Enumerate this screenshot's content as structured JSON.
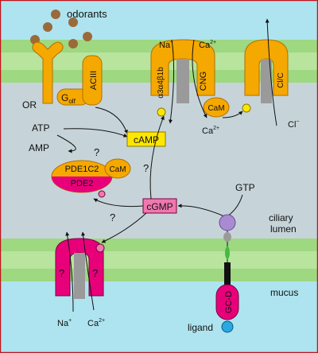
{
  "labels": {
    "odorants": "odorants",
    "or": "OR",
    "golf_main": "G",
    "golf_sub": "olf",
    "aciii": "ACIII",
    "na_top": "Na",
    "na_top_sup": "+",
    "ca_top": "Ca",
    "ca_top_sup": "2+",
    "alpha_subunits": "α3α4β1b",
    "cng": "CNG",
    "cam_cng": "CaM",
    "clc": "Cl/C",
    "ca_mid": "Ca",
    "ca_mid_sup": "2+",
    "cl": "Cl",
    "cl_sup": "−",
    "atp": "ATP",
    "amp": "AMP",
    "camp": "cAMP",
    "q_pde": "?",
    "pde1c2": "PDE1C2",
    "cam_pde": "CaM",
    "pde2": "PDE2",
    "q_center": "?",
    "gtp": "GTP",
    "cgmp": "cGMP",
    "q_left": "?",
    "q_ch1": "?",
    "q_ch2": "?",
    "ciliary": "ciliary",
    "lumen": "lumen",
    "na_bot": "Na",
    "na_bot_sup": "+",
    "ca_bot": "Ca",
    "ca_bot_sup": "2+",
    "mucus": "mucus",
    "gcd": "GC-D",
    "ligand": "ligand"
  },
  "colors": {
    "sky": "#aee4ef",
    "membrane": "#9ed880",
    "cytoplasm": "#c6d4d9",
    "orange": "#f5a800",
    "magenta": "#e8007a",
    "grey": "#9a9a9a",
    "odorant": "#9a6a3a",
    "yellow_box": "#ffe600",
    "pink_box": "#f078b0",
    "purple": "#a98bd0",
    "ligand": "#2aa8e0",
    "green": "#44bb44",
    "border": "#c0141e"
  }
}
